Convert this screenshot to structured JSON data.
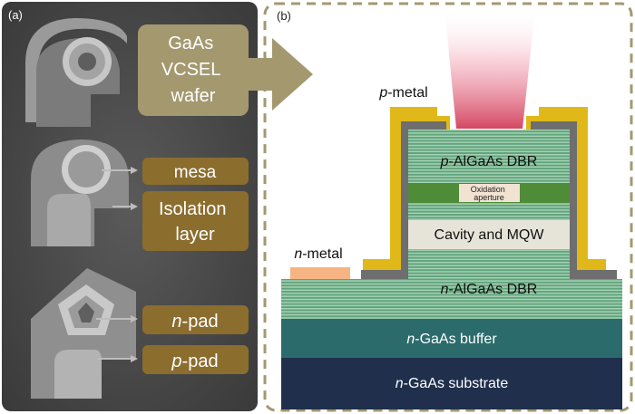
{
  "panel_a": {
    "tag": "(a)",
    "wafer_label": [
      "GaAs",
      "VCSEL",
      "wafer"
    ],
    "labels": {
      "mesa": "mesa",
      "isolation": [
        "Isolation",
        "layer"
      ],
      "npad_italic": "n",
      "npad_rest": "-pad",
      "ppad_italic": "p",
      "ppad_rest": "-pad"
    }
  },
  "panel_b": {
    "tag": "(b)",
    "p_metal_italic": "p",
    "p_metal_rest": "-metal",
    "n_metal_italic": "n",
    "n_metal_rest": "-metal",
    "p_dbr_italic": "p",
    "p_dbr_rest": "-AlGaAs DBR",
    "oxidation": [
      "Oxidation",
      "aperture"
    ],
    "cavity": "Cavity and MQW",
    "n_dbr_italic": "n",
    "n_dbr_rest": "-AlGaAs DBR",
    "buffer_italic": "n",
    "buffer_rest": "-GaAs buffer",
    "substrate_italic": "n",
    "substrate_rest": "-GaAs substrate"
  },
  "colors": {
    "sem_bg": "#4c4c4c",
    "label_box": "#8b6d2e",
    "wafer_box": "#a4986f",
    "dashed_border": "#a39872",
    "metal": "#e1b81a",
    "dielectric": "#6e6e6e",
    "dbr_green": "#6bad86",
    "oxide_green": "#4e8c37",
    "cavity": "#e6e4d9",
    "n_metal_pad": "#f6b483",
    "buffer": "#2c6b6c",
    "substrate": "#1f2f4c",
    "beam": "#d23d5a"
  }
}
